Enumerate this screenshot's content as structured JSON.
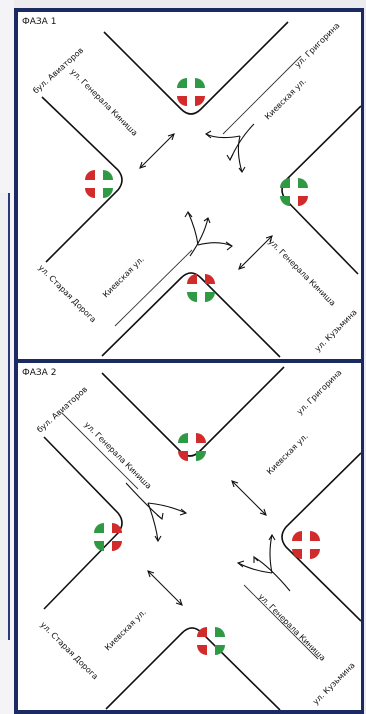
{
  "phases": [
    {
      "title": "ФАЗА 1",
      "labels": {
        "aviatorov": "бул. Авиаторов",
        "kinisha_top": "ул. Генерала Киниша",
        "grigorina": "ул. Григорина",
        "kievskaya_top": "Киевская ул.",
        "kievskaya_bottom": "Киевская ул.",
        "kinisha_bottom": "ул. Генерала Киниша",
        "staraya_doroga": "ул. Старая Дорога",
        "kuzmina": "ул. Кузьмина"
      }
    },
    {
      "title": "ФАЗА 2",
      "labels": {
        "aviatorov": "бул. Авиаторов",
        "kinisha_top": "ул. Генерала Киниша",
        "grigorina": "ул. Григорина",
        "kievskaya_top": "Киевская ул.",
        "kievskaya_bottom": "Киевская ул.",
        "kinisha_bottom": "ул. Генерала Киниша",
        "staraya_doroga": "ул. Старая Дорога",
        "kuzmina": "ул. Кузьмина"
      }
    }
  ],
  "colors": {
    "frame": "#1c2a63",
    "signal_red": "#d12b2b",
    "signal_green": "#2f9a43"
  }
}
